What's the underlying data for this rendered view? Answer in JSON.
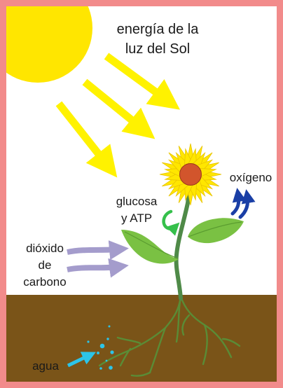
{
  "labels": {
    "sun_line1": "energía de la",
    "sun_line2": "luz del Sol",
    "oxygen": "oxígeno",
    "glucose_line1": "glucosa",
    "glucose_line2": "y ATP",
    "co2_line1": "dióxido",
    "co2_line2": "de",
    "co2_line3": "carbono",
    "water": "agua"
  },
  "colors": {
    "frame": "#f28b8b",
    "sky": "#ffffff",
    "sun": "#ffe600",
    "light_arrows": "#fff200",
    "soil": "#7a5418",
    "stem": "#4f8a48",
    "leaves": "#7ac143",
    "petals": "#ffe600",
    "flower_center": "#d2552c",
    "roots": "#5a8c36",
    "oxygen_arrows": "#1a3fa6",
    "glucose_arrow": "#35c04b",
    "co2_arrows": "#a49ccc",
    "water": "#2cc4e8"
  }
}
